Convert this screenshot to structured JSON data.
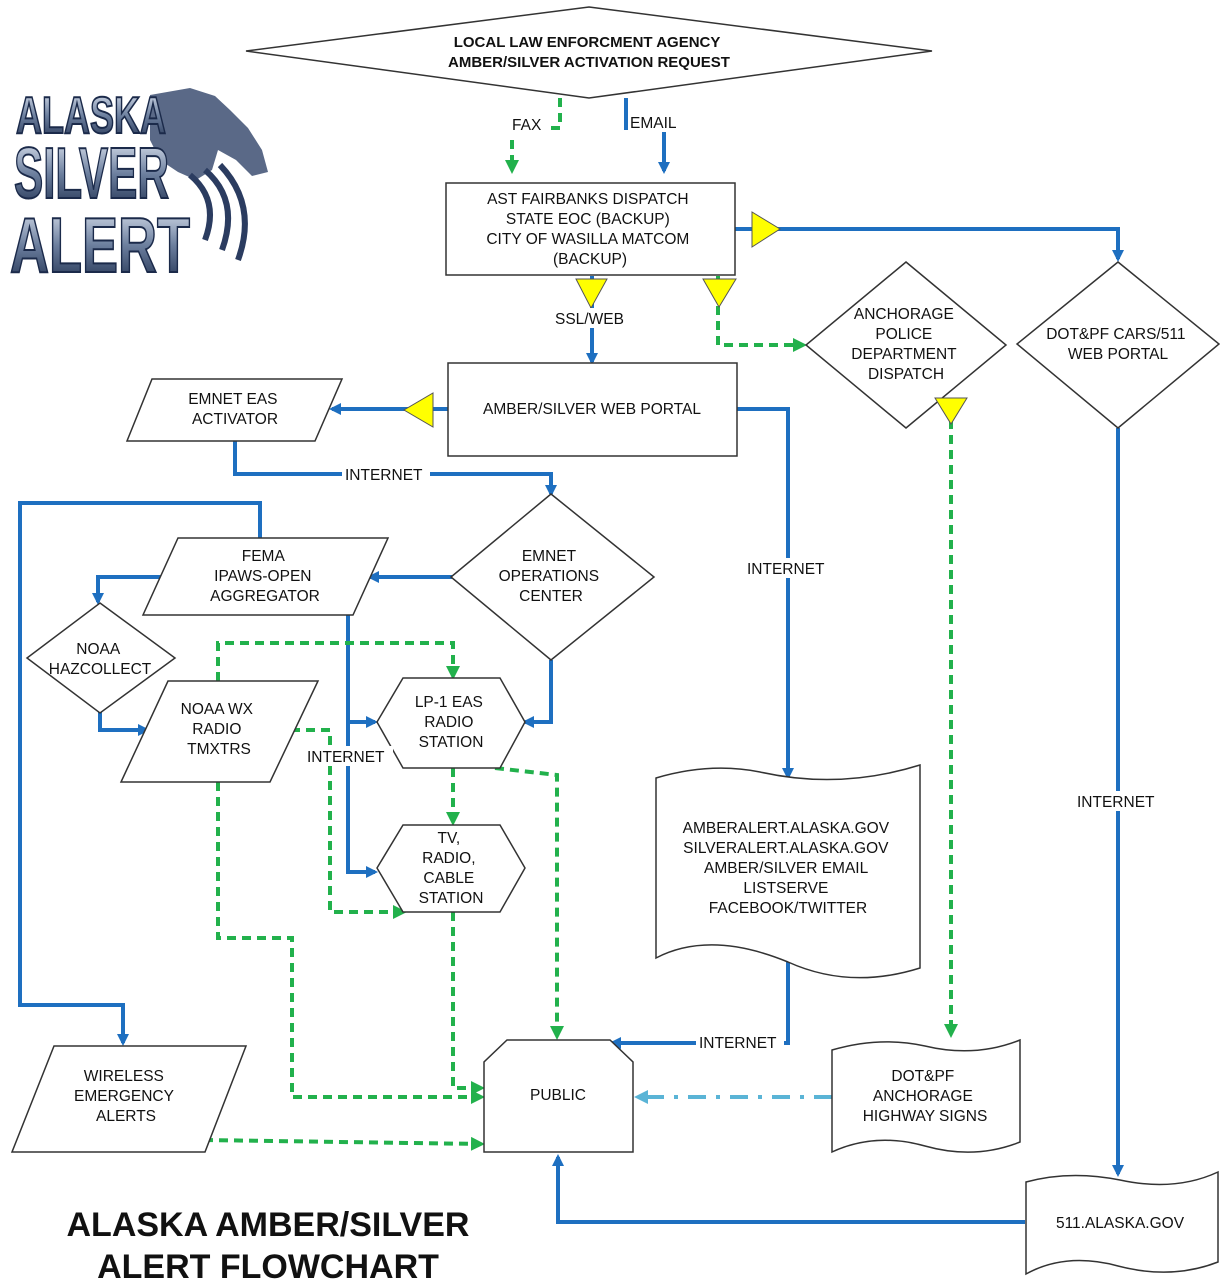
{
  "logo": {
    "line1": "ALASKA",
    "line2": "SILVER",
    "line3": "ALERT"
  },
  "title": {
    "line1": "ALASKA AMBER/SILVER",
    "line2": "ALERT FLOWCHART"
  },
  "nodes": {
    "request": [
      "LOCAL LAW ENFORCMENT AGENCY",
      "AMBER/SILVER ACTIVATION REQUEST"
    ],
    "dispatch": [
      "AST FAIRBANKS DISPATCH",
      "STATE EOC (BACKUP)",
      "CITY OF WASILLA MATCOM",
      "(BACKUP)"
    ],
    "apd": [
      "ANCHORAGE",
      "POLICE",
      "DEPARTMENT",
      "DISPATCH"
    ],
    "dotpf_cars": [
      "DOT&PF CARS/511",
      "WEB PORTAL"
    ],
    "web_portal": [
      "AMBER/SILVER WEB PORTAL"
    ],
    "emnet_activator": [
      "EMNET EAS",
      "ACTIVATOR"
    ],
    "emnet_ops": [
      "EMNET",
      "OPERATIONS",
      "CENTER"
    ],
    "fema": [
      "FEMA",
      "IPAWS-OPEN",
      "AGGREGATOR"
    ],
    "noaa_hazcollect": [
      "NOAA",
      "HAZCOLLECT"
    ],
    "noaa_wx": [
      "NOAA WX",
      "RADIO",
      "TMXTRS"
    ],
    "lp1": [
      "LP-1 EAS",
      "RADIO",
      "STATION"
    ],
    "tv": [
      "TV,",
      "RADIO,",
      "CABLE",
      "STATION"
    ],
    "websites": [
      "AMBERALERT.ALASKA.GOV",
      "SILVERALERT.ALASKA.GOV",
      "AMBER/SILVER EMAIL",
      "LISTSERVE",
      "FACEBOOK/TWITTER"
    ],
    "wireless": [
      "WIRELESS",
      "EMERGENCY",
      "ALERTS"
    ],
    "public": [
      "PUBLIC"
    ],
    "highway_signs": [
      "DOT&PF",
      "ANCHORAGE",
      "HIGHWAY SIGNS"
    ],
    "site_511": [
      "511.ALASKA.GOV"
    ]
  },
  "edge_labels": {
    "fax": "FAX",
    "email": "EMAIL",
    "ssl_web": "SSL/WEB",
    "internet_emnet": "INTERNET",
    "internet_websites": "INTERNET",
    "internet_511": "INTERNET",
    "internet_radio": "INTERNET",
    "internet_public": "INTERNET"
  },
  "colors": {
    "blue_line": "#1e6fc0",
    "green_dashed": "#22b14c",
    "light_blue_dashdot": "#5ab4d6",
    "triangle_fill": "#ffff00",
    "node_stroke": "#333333"
  }
}
